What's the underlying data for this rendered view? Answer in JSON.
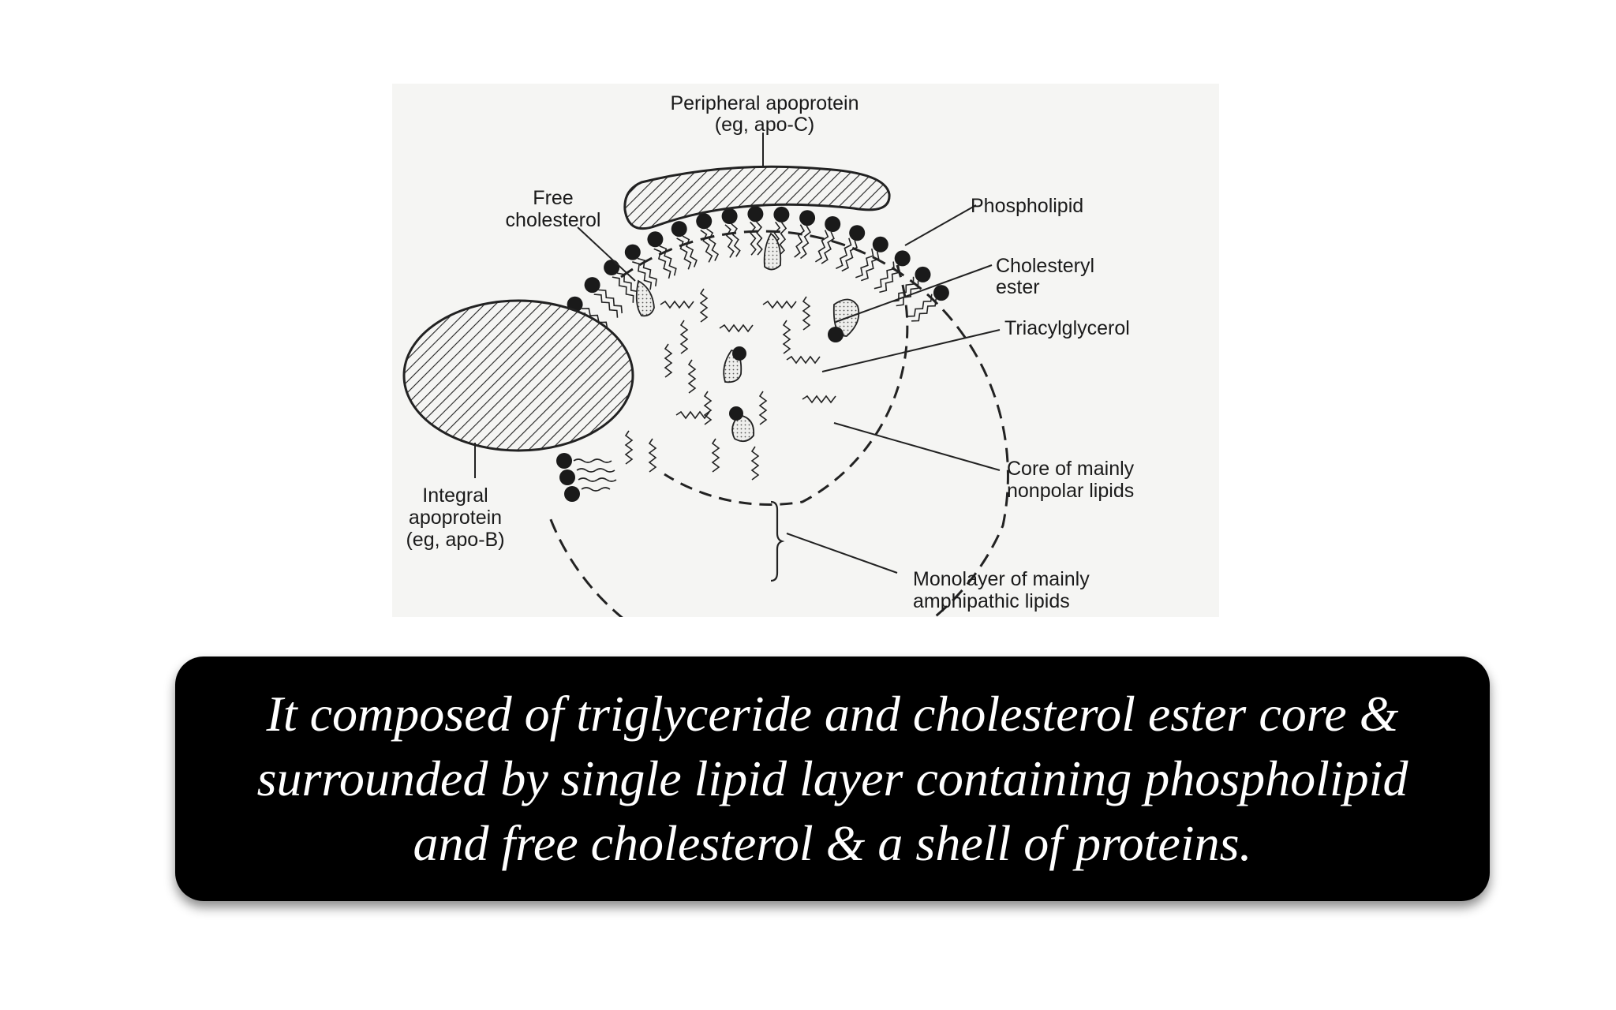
{
  "diagram": {
    "labels": {
      "peripheral_line1": "Peripheral apoprotein",
      "peripheral_line2": "(eg, apo-C)",
      "free_chol_line1": "Free",
      "free_chol_line2": "cholesterol",
      "phospholipid": "Phospholipid",
      "cholesteryl_line1": "Cholesteryl",
      "cholesteryl_line2": "ester",
      "triacylglycerol": "Triacylglycerol",
      "core_line1": "Core of mainly",
      "core_line2": "nonpolar lipids",
      "integral_line1": "Integral",
      "integral_line2": "apoprotein",
      "integral_line3": "(eg, apo-B)",
      "monolayer_line1": "Monolayer of mainly",
      "monolayer_line2": "amphipathic lipids"
    }
  },
  "caption": {
    "line1": "It composed of triglyceride and cholesterol ester core &",
    "line2": "surrounded by single lipid layer containing phospholipid",
    "line3": "and free cholesterol & a shell of proteins."
  }
}
